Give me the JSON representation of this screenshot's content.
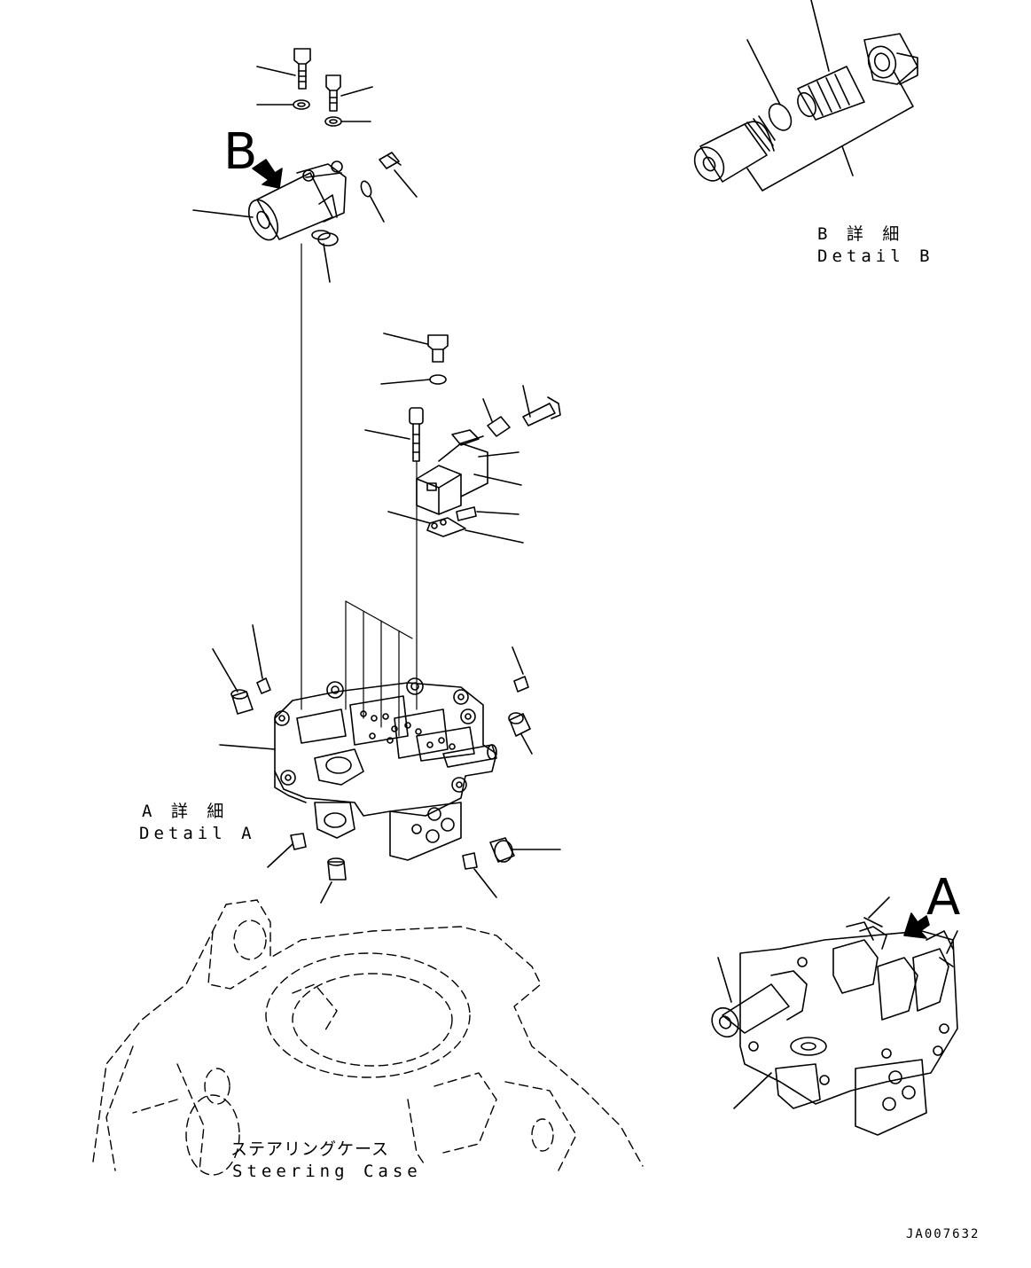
{
  "callouts": {
    "b_letter": "B",
    "a_letter": "A"
  },
  "detail_b": {
    "jp": "B 詳 細",
    "en": "Detail B"
  },
  "detail_a": {
    "jp": "A 詳 細",
    "en": "Detail A"
  },
  "steering_case": {
    "jp": "ステアリングケース",
    "en": "Steering Case"
  },
  "drawing_number": "JA007632",
  "colors": {
    "ink": "#000000",
    "paper": "#ffffff"
  }
}
